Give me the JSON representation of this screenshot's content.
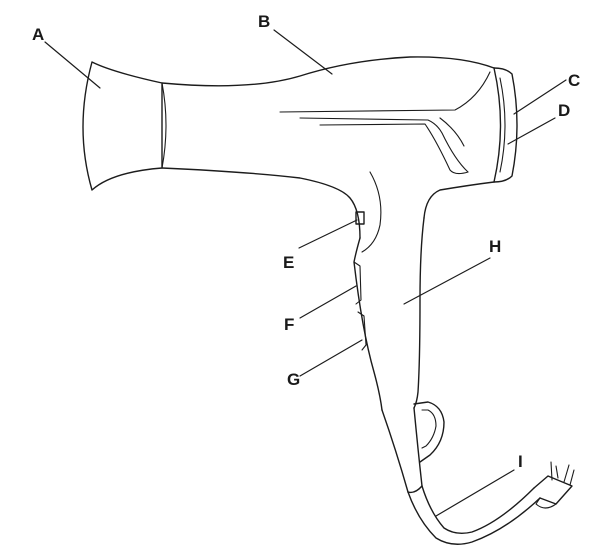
{
  "diagram": {
    "subject": "hair-dryer",
    "callouts": [
      {
        "id": "a",
        "label": "A"
      },
      {
        "id": "b",
        "label": "B"
      },
      {
        "id": "c",
        "label": "C"
      },
      {
        "id": "d",
        "label": "D"
      },
      {
        "id": "e",
        "label": "E"
      },
      {
        "id": "f",
        "label": "F"
      },
      {
        "id": "g",
        "label": "G"
      },
      {
        "id": "h",
        "label": "H"
      },
      {
        "id": "i",
        "label": "I"
      }
    ]
  }
}
